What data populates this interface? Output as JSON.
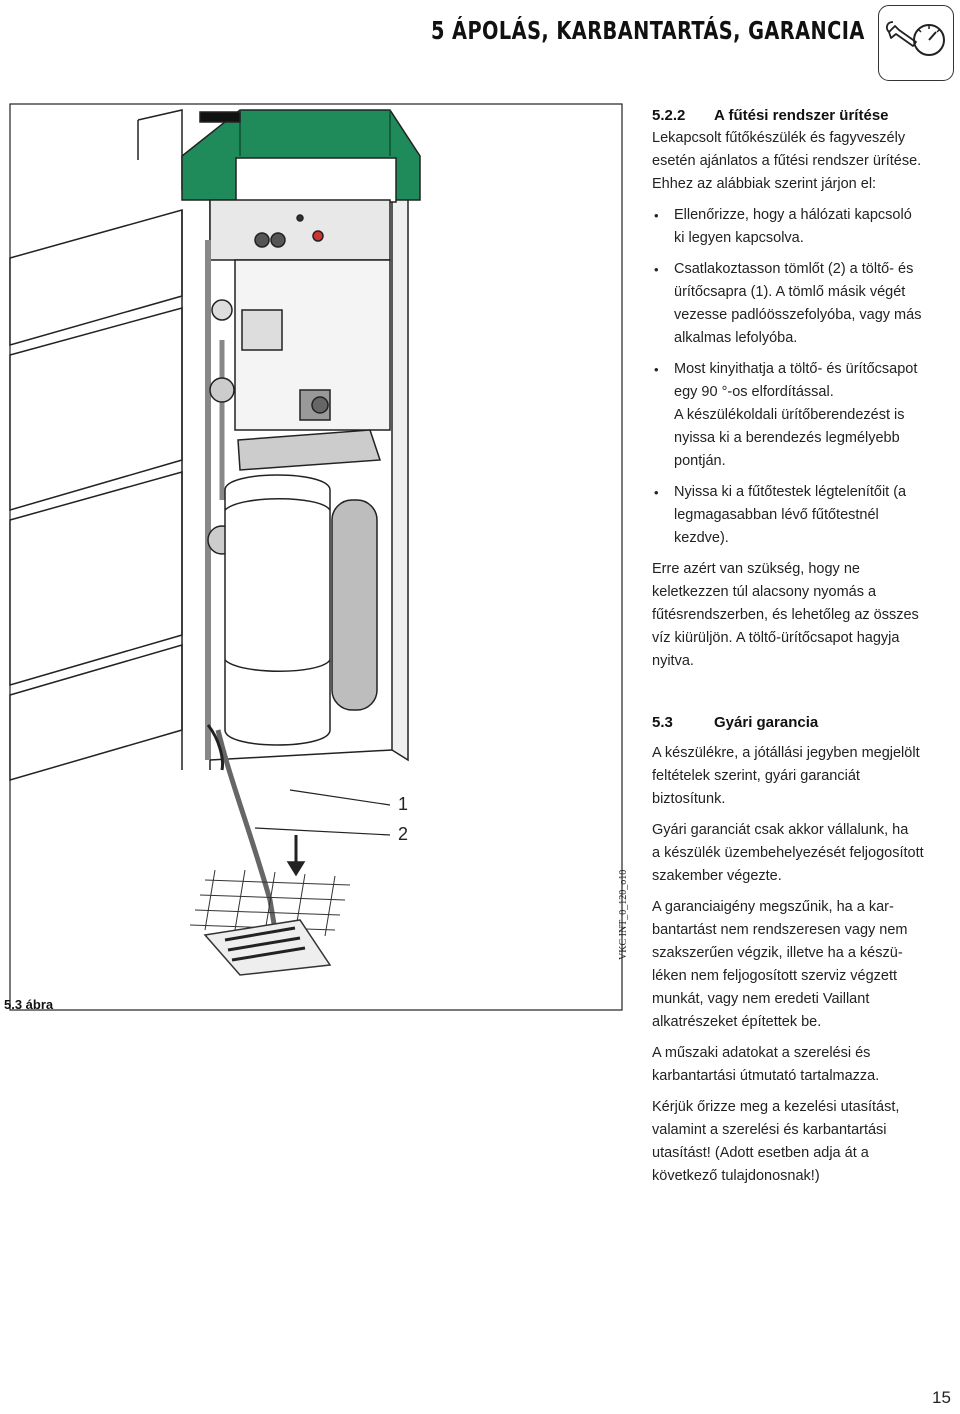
{
  "header": {
    "title": "5 ÁPOLÁS, KARBANTARTÁS, GARANCIA",
    "icon": "wrench-gauge-icon"
  },
  "figure": {
    "label": "5.3 ábra",
    "code": "VKC INT_0_120_o10",
    "callouts": [
      "1",
      "2"
    ]
  },
  "section_drain": {
    "number": "5.2.2",
    "title": "A fűtési rendszer ürítése",
    "intro": [
      "Lekapcsolt fűtőkészülék és fagyveszély",
      "esetén ajánlatos a fűtési rendszer ürítése.",
      "Ehhez az alábbiak szerint járjon el:"
    ],
    "bullets": [
      {
        "lines": [
          "Ellenőrizze, hogy a hálózati kapcsoló",
          "ki legyen kapcsolva."
        ]
      },
      {
        "lines": [
          "Csatlakoztasson tömlőt (2) a töltő- és",
          "ürítőcsapra (1). A tömlő másik végét",
          "vezesse padlóösszefolyóba, vagy más",
          "alkalmas lefolyóba."
        ]
      },
      {
        "lines": [
          "Most kinyithatja a töltő- és ürítőcsapot",
          "egy 90 °-os elfordítással.",
          "A készülékoldali ürítőberendezést is",
          "nyissa ki a berendezés legmélyebb",
          "pontján."
        ]
      },
      {
        "lines": [
          "Nyissa ki a fűtőtestek légtelenítőit (a",
          "legmagasabban lévő fűtőtestnél",
          "kezdve)."
        ]
      }
    ],
    "closing": [
      "Erre azért van szükség, hogy ne",
      "keletkezzen túl alacsony nyomás a",
      "fűtésrendszerben, és lehetőleg az összes",
      "víz kiürüljön. A töltő-ürítőcsapot hagyja",
      "nyitva."
    ]
  },
  "section_warranty": {
    "number": "5.3",
    "title": "Gyári garancia",
    "paragraphs": [
      [
        "A készülékre, a jótállási jegyben megjelölt",
        "feltételek szerint, gyári garanciát",
        "biztosítunk."
      ],
      [
        "Gyári garanciát csak akkor vállalunk, ha",
        "a készülék üzembehelyezését feljogosított",
        "szakember végezte."
      ],
      [
        "A garanciaigény megszűnik, ha a kar-",
        "bantartást nem rendszeresen vagy nem",
        "szakszerűen végzik, illetve ha a készü-",
        "léken nem feljogosított szerviz végzett",
        "munkát, vagy nem eredeti Vaillant",
        "alkatrészeket építettek be."
      ],
      [
        "A műszaki adatokat a szerelési és",
        "karbantartási útmutató tartalmazza."
      ],
      [
        "Kérjük őrizze meg a kezelési utasítást,",
        "valamint a szerelési és karbantartási",
        "utasítást! (Adott esetben adja át a",
        "következő tulajdonosnak!)"
      ]
    ]
  },
  "page_number": "15",
  "colors": {
    "accent_green": "#1f8a5a",
    "text": "#222222"
  }
}
